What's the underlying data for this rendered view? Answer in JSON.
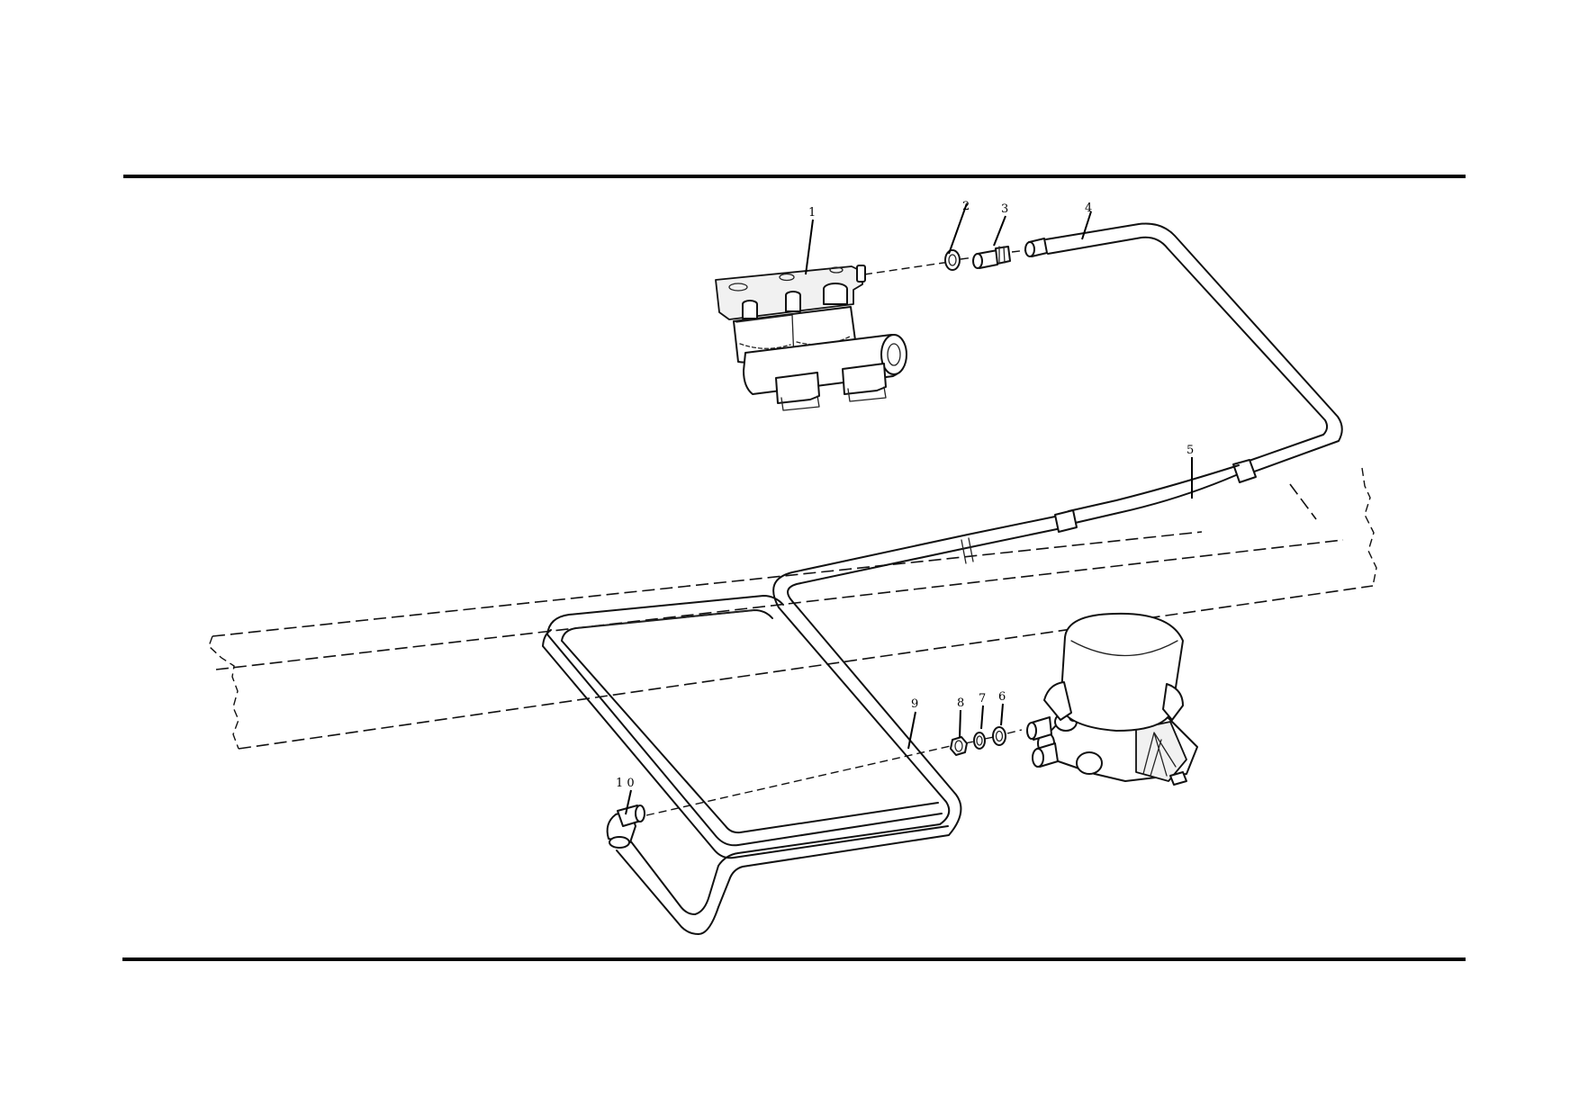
{
  "callouts": {
    "c1": "1",
    "c2": "2",
    "c3": "3",
    "c4": "4",
    "c5": "5",
    "c6": "6",
    "c7": "7",
    "c8": "8",
    "c9": "9",
    "c10": "1 0"
  },
  "colors": {
    "ink": "#111111",
    "paper": "#ffffff"
  }
}
